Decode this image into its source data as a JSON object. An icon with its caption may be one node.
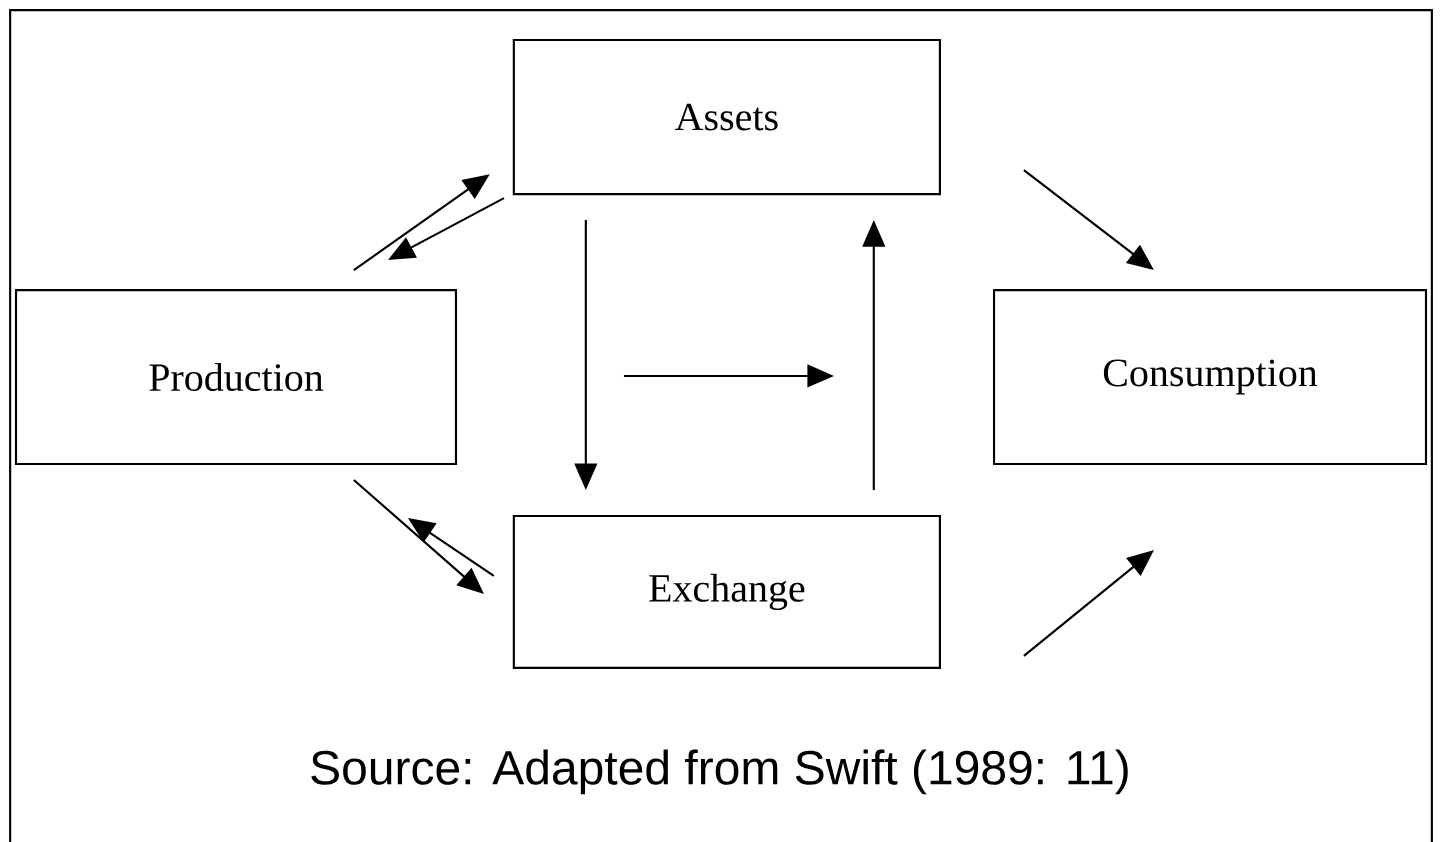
{
  "diagram": {
    "caption": "Source: Adapted from Swift (1989: 11)",
    "nodes": [
      {
        "text": [
          "Assets"
        ]
      },
      {
        "text": [
          "Production"
        ]
      },
      {
        "text": [
          "Consumption"
        ]
      },
      {
        "text": [
          "Exchange"
        ]
      }
    ],
    "edges": [
      {
        "from": 1,
        "to": 0,
        "arrow": "to"
      },
      {
        "from": 0,
        "to": 1,
        "arrow": "to"
      },
      {
        "from": 0,
        "to": 2,
        "arrow": "to"
      },
      {
        "from": 0,
        "to": 3,
        "arrow": "to"
      },
      {
        "from": 3,
        "to": 0,
        "arrow": "to"
      },
      {
        "from": 1,
        "to": 3,
        "arrow": "to"
      },
      {
        "from": 3,
        "to": 1,
        "arrow": "to"
      },
      {
        "from": 3,
        "to": 2,
        "arrow": "to"
      }
    ]
  }
}
